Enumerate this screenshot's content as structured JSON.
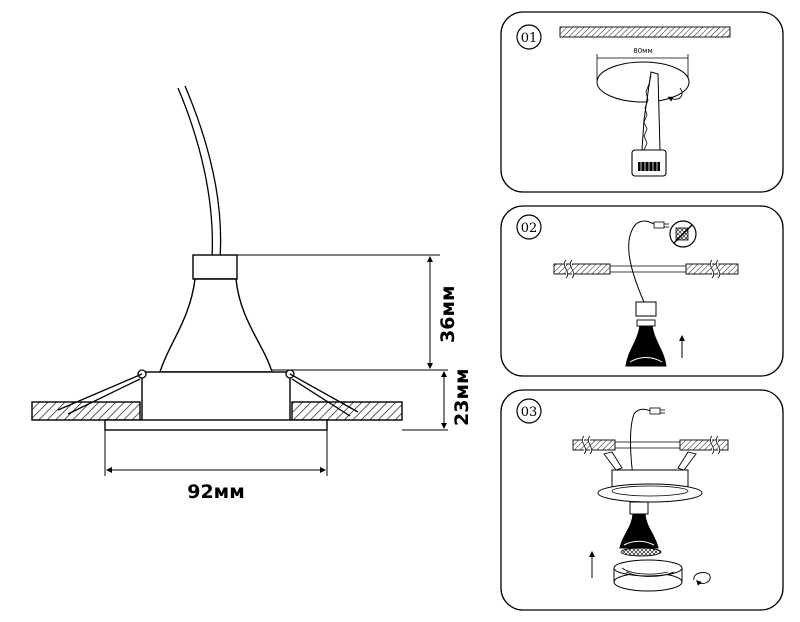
{
  "main_drawing": {
    "dim_height_top": "36мм",
    "dim_height_bottom": "23мм",
    "dim_width": "92мм"
  },
  "steps": [
    {
      "number": "01",
      "label": "80мм"
    },
    {
      "number": "02"
    },
    {
      "number": "03"
    }
  ]
}
